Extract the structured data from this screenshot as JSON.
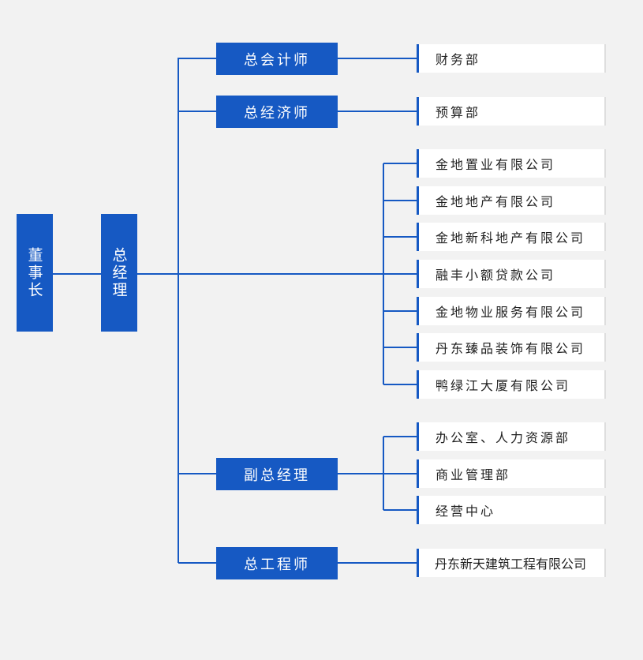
{
  "colors": {
    "accent": "#1659c3",
    "background": "#f2f2f2",
    "box": "#ffffff",
    "text": "#222222"
  },
  "chairman": "董事长",
  "general_manager": "总经理",
  "managers": {
    "chief_accountant": "总会计师",
    "chief_economist": "总经济师",
    "deputy_gm": "副总经理",
    "chief_engineer": "总工程师"
  },
  "departments": {
    "finance": "财务部",
    "budget": "预算部",
    "subsidiaries": [
      "金地置业有限公司",
      "金地地产有限公司",
      "金地新科地产有限公司",
      "融丰小额贷款公司",
      "金地物业服务有限公司",
      "丹东臻品装饰有限公司",
      "鸭绿江大厦有限公司"
    ],
    "deputy_depts": [
      "办公室、人力资源部",
      "商业管理部",
      "经营中心"
    ],
    "engineering": "丹东新天建筑工程有限公司"
  }
}
